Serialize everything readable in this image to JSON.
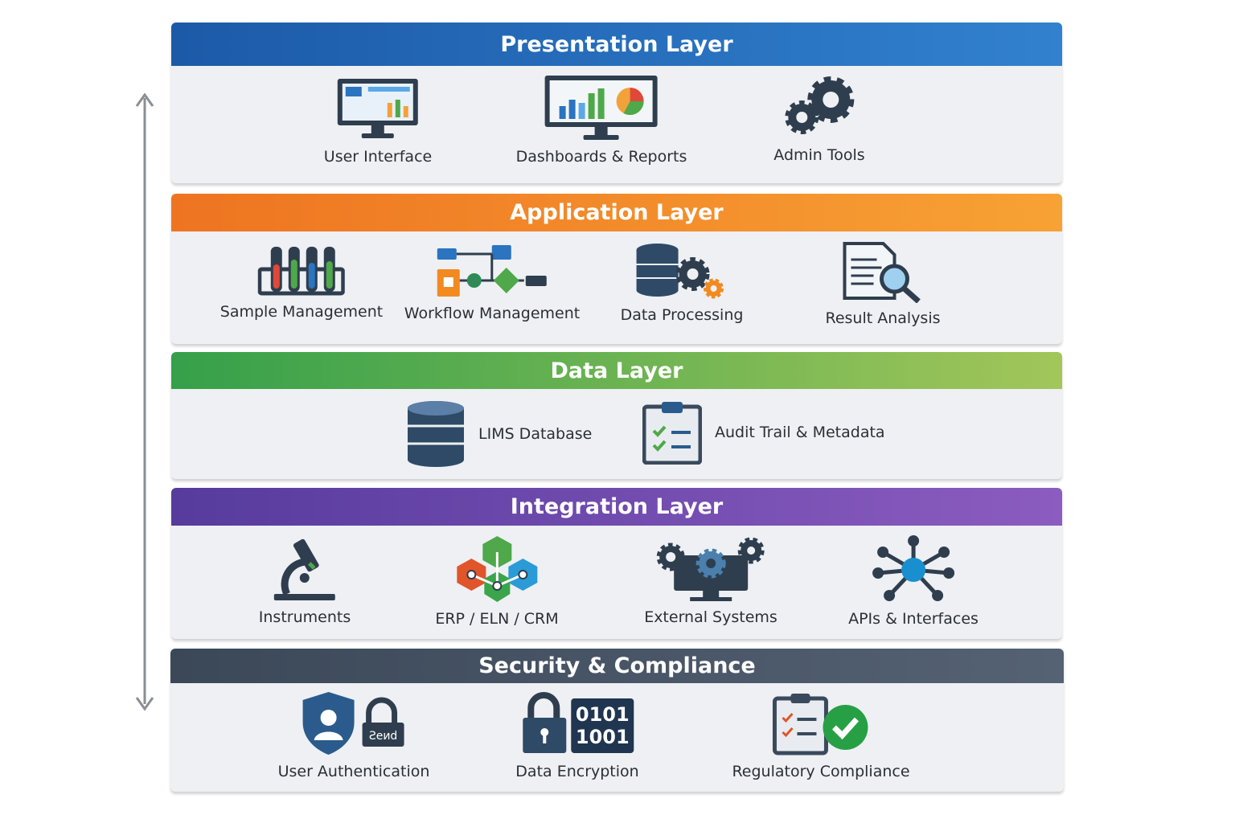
{
  "layers": [
    {
      "title": "Presentation Layer",
      "color_start": "#1c5aa8",
      "color_end": "#3181cf",
      "items": [
        {
          "label": "User Interface",
          "icon": "monitor-ui-icon"
        },
        {
          "label": "Dashboards & Reports",
          "icon": "dashboard-monitor-icon"
        },
        {
          "label": "Admin Tools",
          "icon": "gears-icon"
        }
      ]
    },
    {
      "title": "Application Layer",
      "color_start": "#ee7421",
      "color_end": "#f7a234",
      "items": [
        {
          "label": "Sample Management",
          "icon": "test-tubes-icon"
        },
        {
          "label": "Workflow Management",
          "icon": "workflow-icon"
        },
        {
          "label": "Data Processing",
          "icon": "database-gear-icon"
        },
        {
          "label": "Result Analysis",
          "icon": "document-magnifier-icon"
        }
      ]
    },
    {
      "title": "Data Layer",
      "color_start": "#35a04a",
      "color_end": "#a2c65a",
      "items": [
        {
          "label": "LIMS Database",
          "icon": "database-icon"
        },
        {
          "label": "Audit Trail & Metadata",
          "icon": "clipboard-checklist-icon"
        }
      ]
    },
    {
      "title": "Integration Layer",
      "color_start": "#563b9d",
      "color_end": "#8c5cc0",
      "items": [
        {
          "label": "Instruments",
          "icon": "microscope-icon"
        },
        {
          "label": "ERP / ELN / CRM",
          "icon": "cubes-network-icon"
        },
        {
          "label": "External Systems",
          "icon": "monitor-gears-icon"
        },
        {
          "label": "APIs & Interfaces",
          "icon": "hub-network-icon"
        }
      ]
    },
    {
      "title": "Security & Compliance",
      "color_start": "#3b4858",
      "color_end": "#556274",
      "items": [
        {
          "label": "User Authentication",
          "icon": "shield-user-lock-icon"
        },
        {
          "label": "Data Encryption",
          "icon": "lock-binary-icon"
        },
        {
          "label": "Regulatory Compliance",
          "icon": "clipboard-check-icon"
        }
      ],
      "binary_text": [
        "0101",
        "1001"
      ]
    }
  ]
}
